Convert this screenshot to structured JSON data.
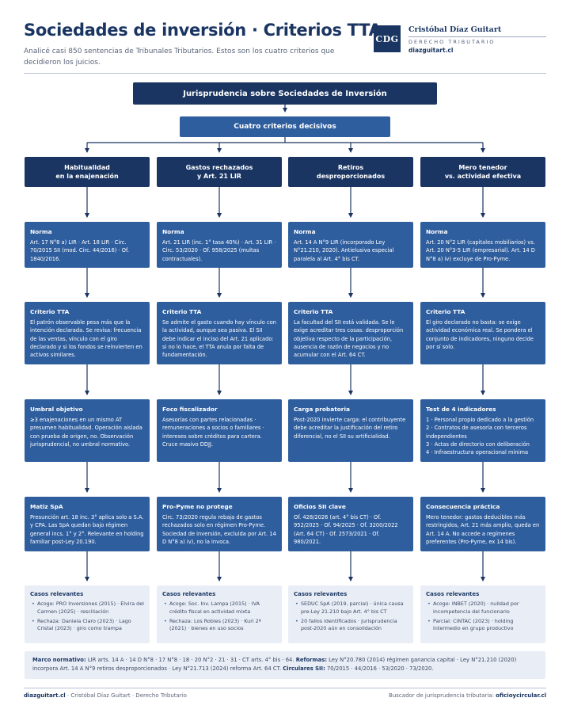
{
  "header": {
    "title": "Sociedades de inversión · Criterios TTA",
    "subtitle": "Analicé casi 850 sentencias de Tribunales Tributarios. Estos son los cuatro criterios que decidieron los juicios."
  },
  "brand": {
    "logo": "CDG",
    "name": "Cristóbal Díaz Guitart",
    "tagline": "DERECHO TRIBUTARIO",
    "url": "diazguitart.cl"
  },
  "diagram": {
    "root": "Jurisprudencia sobre Sociedades de Inversión",
    "sub_root": "Cuatro criterios decisivos",
    "columns": [
      {
        "category": "Habitualidad\nen la enajenación",
        "norma": {
          "heading": "Norma",
          "text": "Art. 17 N°8 a) LIR · Art. 18 LIR · Circ. 70/2015 SII (mod. Circ. 44/2016) · Of. 1840/2016."
        },
        "criterio": {
          "heading": "Criterio TTA",
          "text": "El patrón observable pesa más que la intención declarada. Se revisa: frecuencia de las ventas, vínculo con el giro declarado y si los fondos se reinvierten en activos similares."
        },
        "detalle": {
          "heading": "Umbral objetivo",
          "text": "≥3 enajenaciones en un mismo AT presumen habitualidad. Operación aislada con prueba de origen, no. Observación jurisprudencial, no umbral normativo."
        },
        "extra": {
          "heading": "Matiz SpA",
          "text": "Presunción art. 18 inc. 3° aplica solo a S.A. y CPA. Las SpA quedan bajo régimen general incs. 1° y 2°. Relevante en holding familiar post-Ley 20.190."
        },
        "casos": {
          "heading": "Casos relevantes",
          "items": [
            "Acoge: PRO Inversiones (2015) · Elvira del Carmen (2025) · resciliación",
            "Rechaza: Daniela Claro (2023) · Lago Cristal (2023) · giro como trampa"
          ]
        }
      },
      {
        "category": "Gastos rechazados\ny Art. 21 LIR",
        "norma": {
          "heading": "Norma",
          "text": "Art. 21 LIR (inc. 1° tasa 40%) · Art. 31 LIR · Circ. 53/2020 · Of. 958/2025 (multas contractuales)."
        },
        "criterio": {
          "heading": "Criterio TTA",
          "text": "Se admite el gasto cuando hay vínculo con la actividad, aunque sea pasiva. El SII debe indicar el inciso del Art. 21 aplicado: si no lo hace, el TTA anula por falta de fundamentación."
        },
        "detalle": {
          "heading": "Foco fiscalizador",
          "text": "Asesorías con partes relacionadas · remuneraciones a socios o familiares · intereses sobre créditos para cartera. Cruce masivo DDJJ."
        },
        "extra": {
          "heading": "Pro-Pyme no protege",
          "text": "Circ. 73/2020 regula rebaja de gastos rechazados solo en régimen Pro-Pyme. Sociedad de inversión, excluida por Art. 14 D N°8 a) iv), no la invoca."
        },
        "casos": {
          "heading": "Casos relevantes",
          "items": [
            "Acoge: Soc. Inv. Lampa (2015) · IVA crédito fiscal en actividad mixta",
            "Rechaza: Los Robles (2023) · Kuri 2ª (2021) · bienes en uso socios"
          ]
        }
      },
      {
        "category": "Retiros\ndesproporcionados",
        "norma": {
          "heading": "Norma",
          "text": "Art. 14 A N°9 LIR (incorporado Ley N°21.210, 2020). Antielusiva especial paralela al Art. 4° bis CT."
        },
        "criterio": {
          "heading": "Criterio TTA",
          "text": "La facultad del SII está validada. Se le exige acreditar tres cosas: desproporción objetiva respecto de la participación, ausencia de razón de negocios y no acumular con el Art. 64 CT."
        },
        "detalle": {
          "heading": "Carga probatoria",
          "text": "Post-2020 invierte carga: el contribuyente debe acreditar la justificación del retiro diferencial, no el SII su artificialidad."
        },
        "extra": {
          "heading": "Oficios SII clave",
          "text": "Of. 428/2026 (art. 4° bis CT) · Of. 952/2025 · Of. 94/2025 · Of. 3200/2022 (Art. 64 CT) · Of. 2573/2021 · Of. 980/2021."
        },
        "casos": {
          "heading": "Casos relevantes",
          "items": [
            "SEDUC SpA (2019, parcial) · única causa pre-Ley 21.210 bajo Art. 4° bis CT",
            "20 fallos identificados · jurisprudencia post-2020 aún en consolidación"
          ]
        }
      },
      {
        "category": "Mero tenedor\nvs. actividad efectiva",
        "norma": {
          "heading": "Norma",
          "text": "Art. 20 N°2 LIR (capitales mobiliarios) vs. Art. 20 N°3-5 LIR (empresarial). Art. 14 D N°8 a) iv) excluye de Pro-Pyme."
        },
        "criterio": {
          "heading": "Criterio TTA",
          "text": "El giro declarado no basta: se exige actividad económica real. Se pondera el conjunto de indicadores, ninguno decide por sí solo."
        },
        "detalle": {
          "heading": "Test de 4 indicadores",
          "lines": [
            "1 · Personal propio dedicado a la gestión",
            "2 · Contratos de asesoría con terceros independientes",
            "3 · Actas de directorio con deliberación",
            "4 · Infraestructura operacional mínima"
          ]
        },
        "extra": {
          "heading": "Consecuencia práctica",
          "text": "Mero tenedor: gastos deducibles más restringidos, Art. 21 más amplio, queda en Art. 14 A. No accede a regímenes preferentes (Pro-Pyme, ex 14 bis)."
        },
        "casos": {
          "heading": "Casos relevantes",
          "items": [
            "Acoge: INBET (2020) · nulidad por incompetencia del funcionario",
            "Parcial: CINTAC (2023) · holding intermedio en grupo productivo"
          ]
        }
      }
    ]
  },
  "marco": {
    "label_normativo": "Marco normativo:",
    "normativo": "LIR arts. 14 A · 14 D N°8 · 17 N°8 · 18 · 20 N°2 · 21 · 31 · CT arts. 4° bis · 64.",
    "label_reformas": "Reformas:",
    "reformas": "Ley N°20.780 (2014) régimen ganancia capital · Ley N°21.210 (2020) incorpora Art. 14 A N°9 retiros desproporcionados · Ley N°21.713 (2024) reforma Art. 64 CT.",
    "label_circulares": "Circulares SII:",
    "circulares": "70/2015 · 44/2016 · 53/2020 · 73/2020."
  },
  "footer": {
    "site": "diazguitart.cl",
    "left_rest": " · Cristóbal Díaz Guitart · Derecho Tributario",
    "right_label": "Buscador de jurisprudencia tributaria: ",
    "right_site": "oficioycircular.cl"
  },
  "colors": {
    "navy": "#1a3562",
    "blue": "#2f5e9e",
    "light": "#e9eef6"
  }
}
